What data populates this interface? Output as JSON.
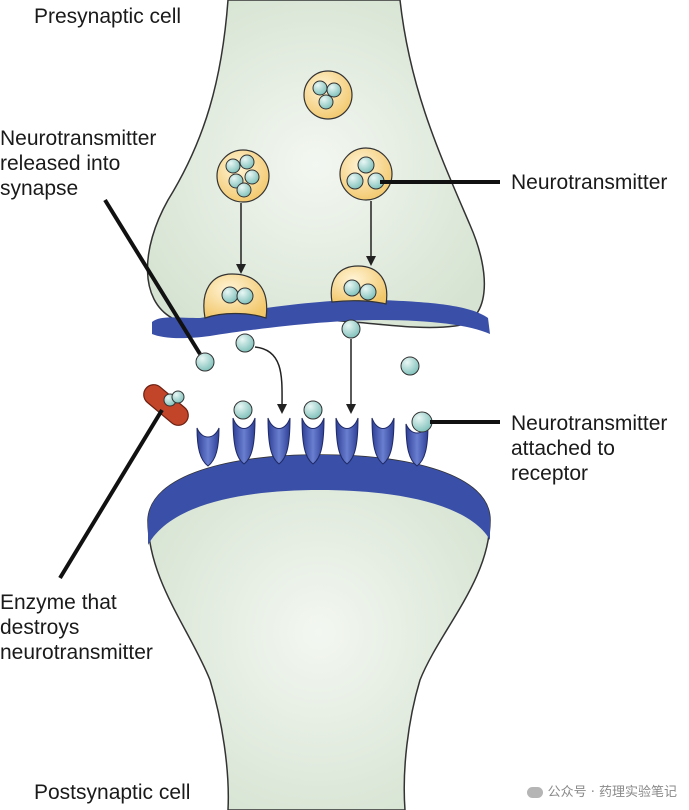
{
  "labels": {
    "presynaptic_cell": "Presynaptic cell",
    "postsynaptic_cell": "Postsynaptic cell",
    "released": "Neurotransmitter\nreleased into\nsynapse",
    "neurotransmitter": "Neurotransmitter",
    "attached": "Neurotransmitter\nattached to\nreceptor",
    "enzyme": "Enzyme that\ndestroys\nneurotransmitter"
  },
  "watermark": "公众号 · 药理实验笔记",
  "colors": {
    "cell_fill": "#e3ece0",
    "membrane_blue": "#3a4fa8",
    "vesicle_fill": "#f7d48a",
    "molecule_fill": "#9fd1cc",
    "enzyme_red": "#c2452a"
  }
}
